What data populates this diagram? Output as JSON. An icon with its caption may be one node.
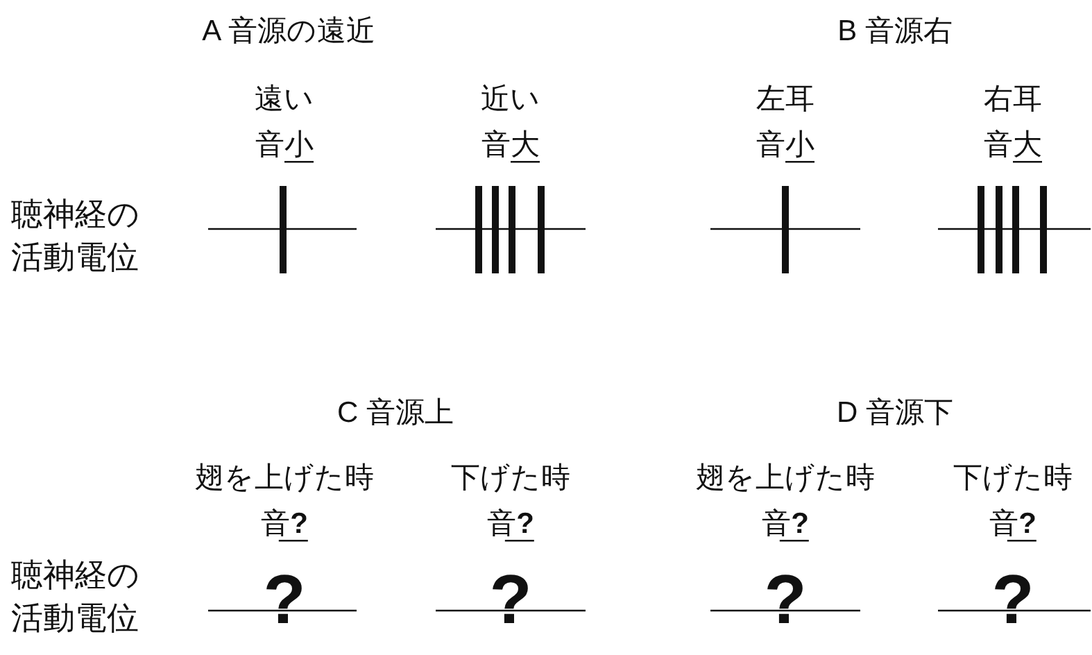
{
  "diagram": {
    "labels": [
      "A 音源の遠近",
      "B 音源右",
      "遠い",
      "近い",
      "左耳",
      "右耳",
      "音小",
      "音大",
      "音小",
      "音大",
      "聴神経の活動電位",
      "C 音源上",
      "D 音源下",
      "翅を上げた時",
      "下げた時",
      "翅を上げた時",
      "下げた時",
      "音**?**",
      "音**?**",
      "音**?**",
      "音**?**",
      "聴神経の活動電位",
      "?",
      "?",
      "?",
      "?"
    ]
  }
}
